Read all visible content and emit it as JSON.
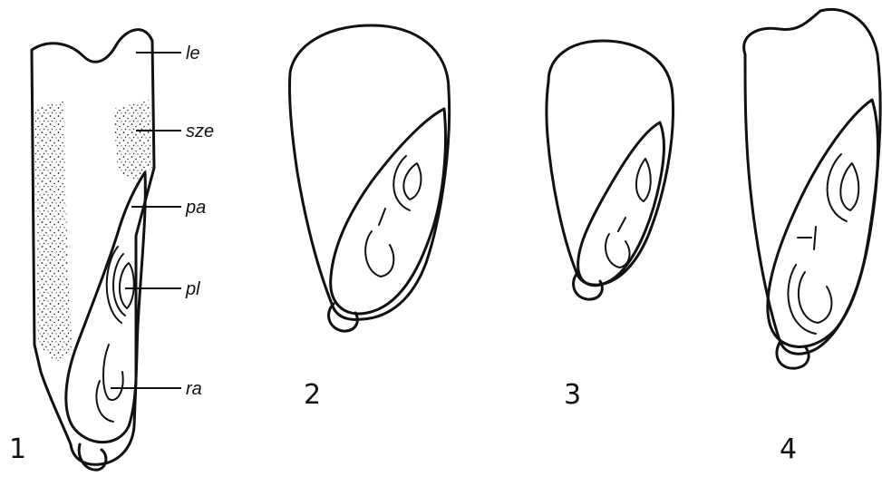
{
  "labels": {
    "le": "le",
    "sze": "sze",
    "pa": "pa",
    "pl": "pl",
    "ra": "ra"
  },
  "figure_numbers": [
    "1",
    "2",
    "3",
    "4"
  ],
  "colors": {
    "ink": "#111111",
    "paper": "#ffffff"
  }
}
